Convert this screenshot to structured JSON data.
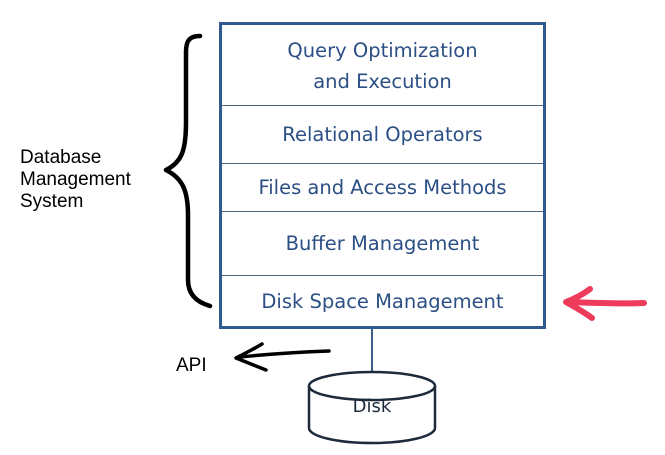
{
  "dbms_label": [
    "Database",
    "Management",
    "System"
  ],
  "layers": [
    "Query Optimization\nand Execution",
    "Relational Operators",
    "Files and Access Methods",
    "Buffer Management",
    "Disk Space Management"
  ],
  "disk_label": "Disk",
  "api_label": "API",
  "colors": {
    "layer_border": "#2e5a8e",
    "layer_text": "#2c4f85",
    "highlight_arrow": "#ee3a5b",
    "annotation_ink": "#000000"
  }
}
